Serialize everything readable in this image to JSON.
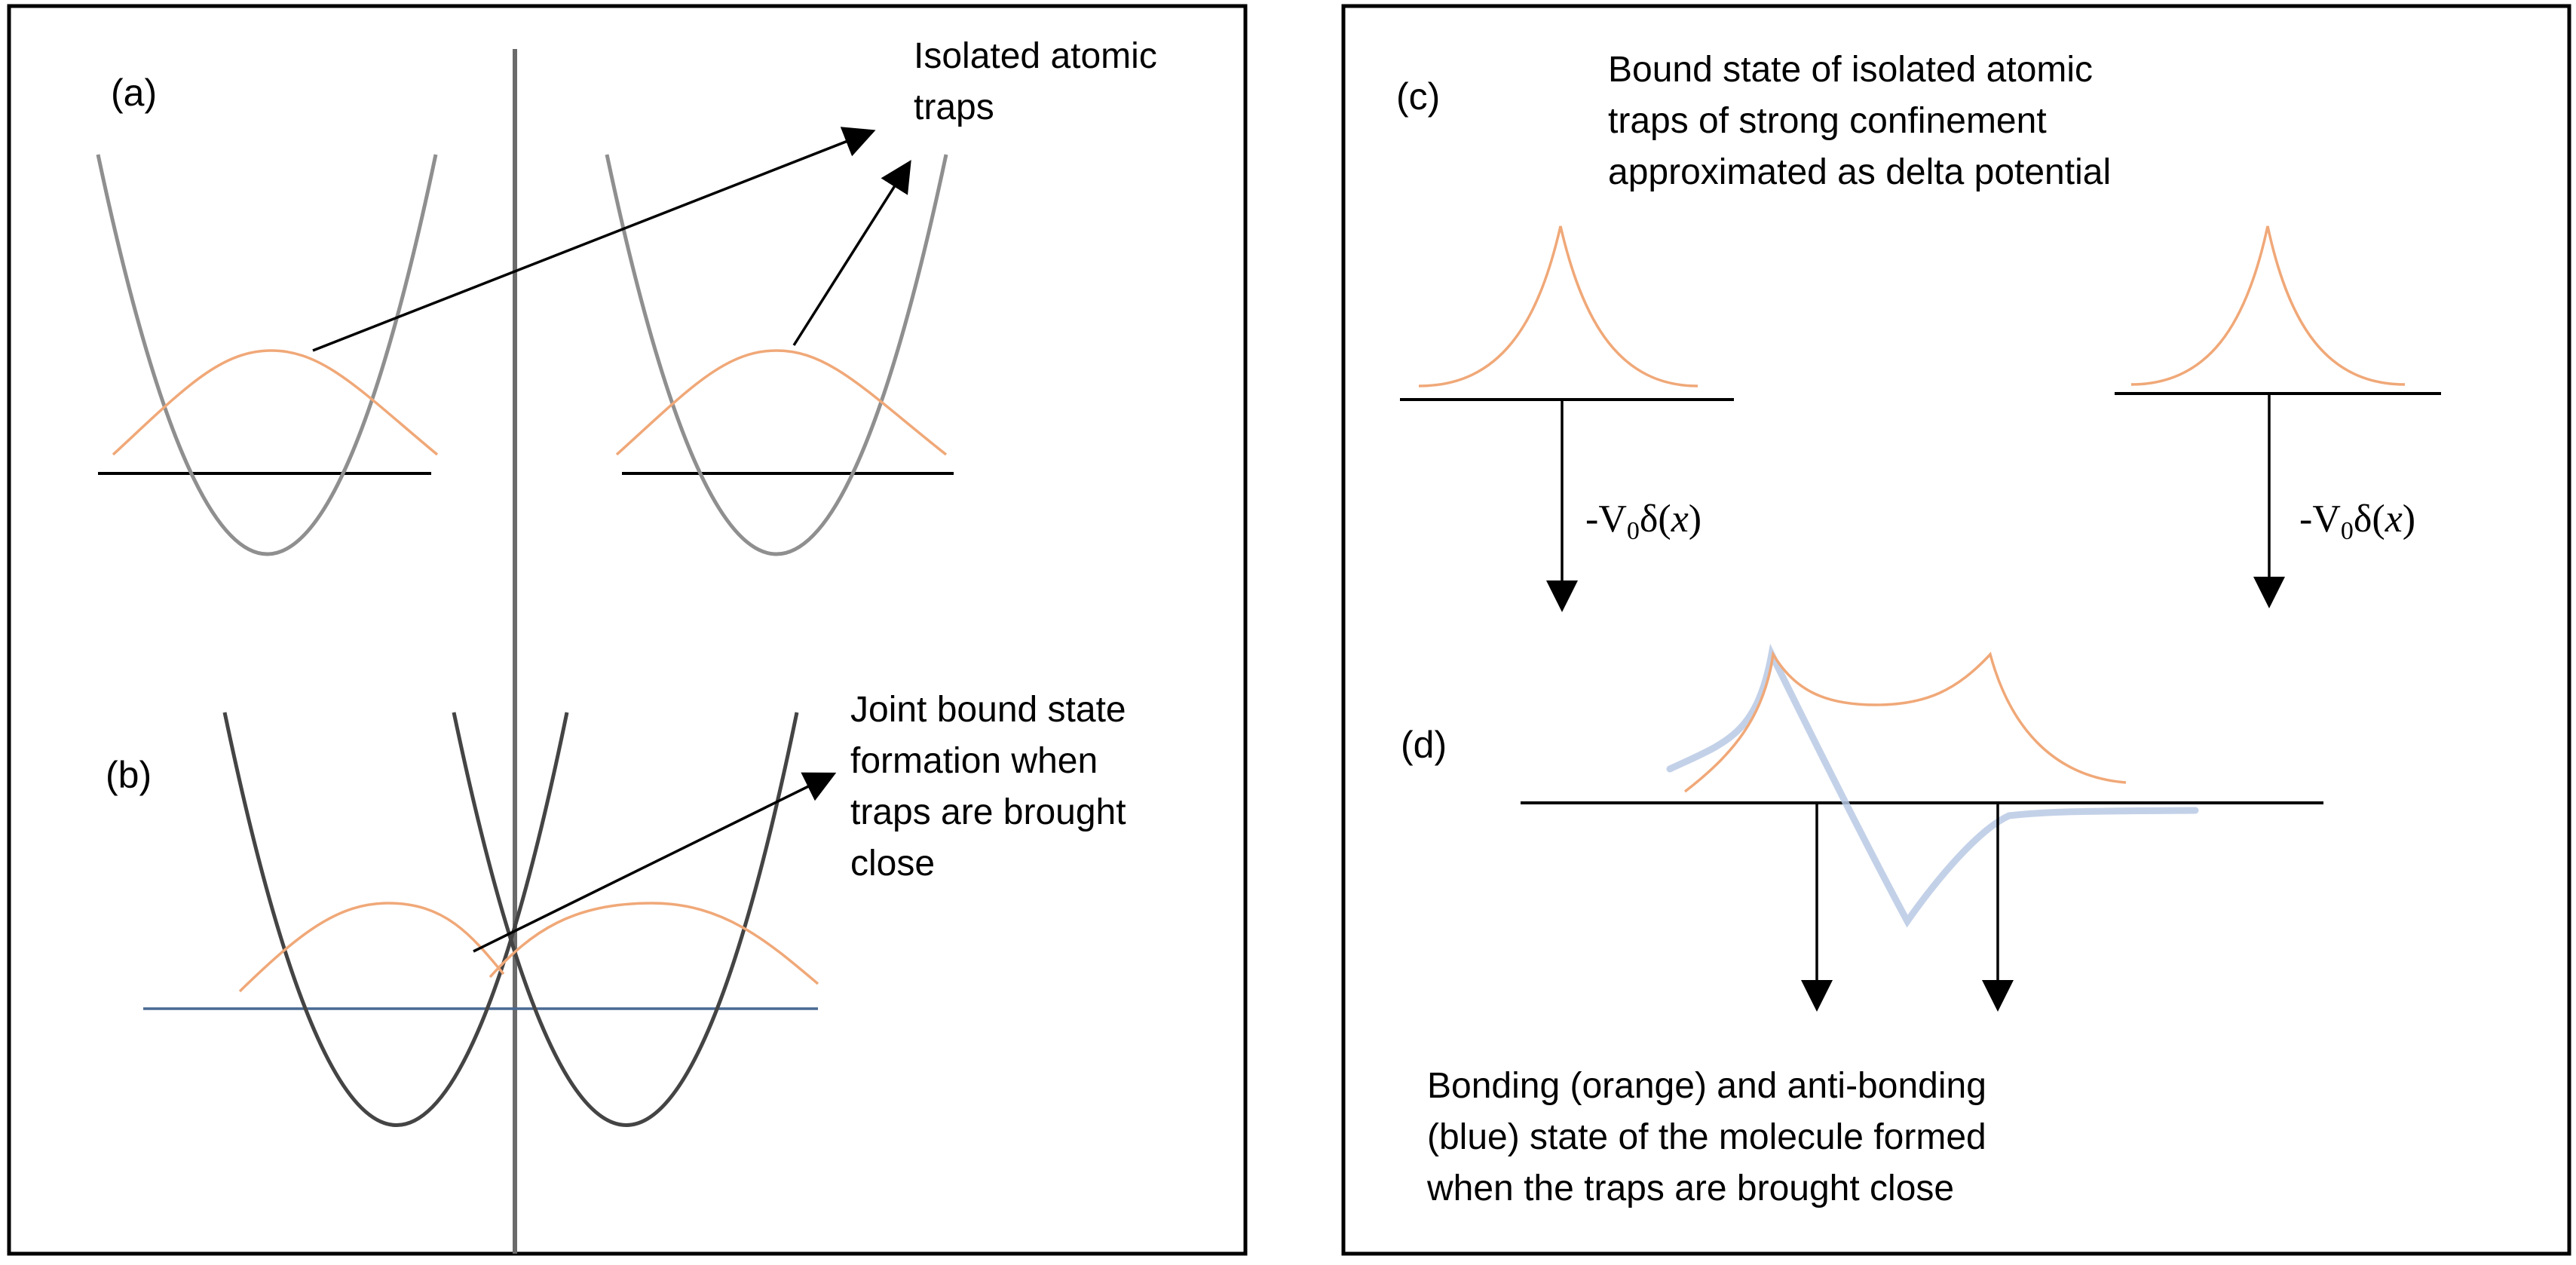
{
  "panels": {
    "a": {
      "tag": "(a)"
    },
    "b": {
      "tag": "(b)"
    },
    "c": {
      "tag": "(c)"
    },
    "d": {
      "tag": "(d)"
    }
  },
  "annotations": {
    "isolated_traps": [
      "Isolated atomic",
      "traps"
    ],
    "joint_state": [
      "Joint bound state",
      "formation when",
      "traps are brought",
      "close"
    ],
    "delta_description": [
      "Bound state of isolated atomic",
      "traps of strong confinement",
      "approximated as delta potential"
    ],
    "molecule_states": [
      "Bonding (orange) and anti-bonding",
      "(blue) state of the molecule formed",
      "when the traps are brought close"
    ]
  },
  "delta_potential": {
    "prefix": "-V",
    "subscript": "0",
    "symbol": "δ(",
    "variable": "x",
    "close": ")"
  },
  "colors": {
    "frame": "#000000",
    "potential_gray": "#8f8f8f",
    "potential_dark": "#444444",
    "wave_orange": "#f0a878",
    "wave_blue": "#b9c9e4",
    "divider": "#6b6b6b",
    "baseline_blue": "#4a6a93"
  }
}
